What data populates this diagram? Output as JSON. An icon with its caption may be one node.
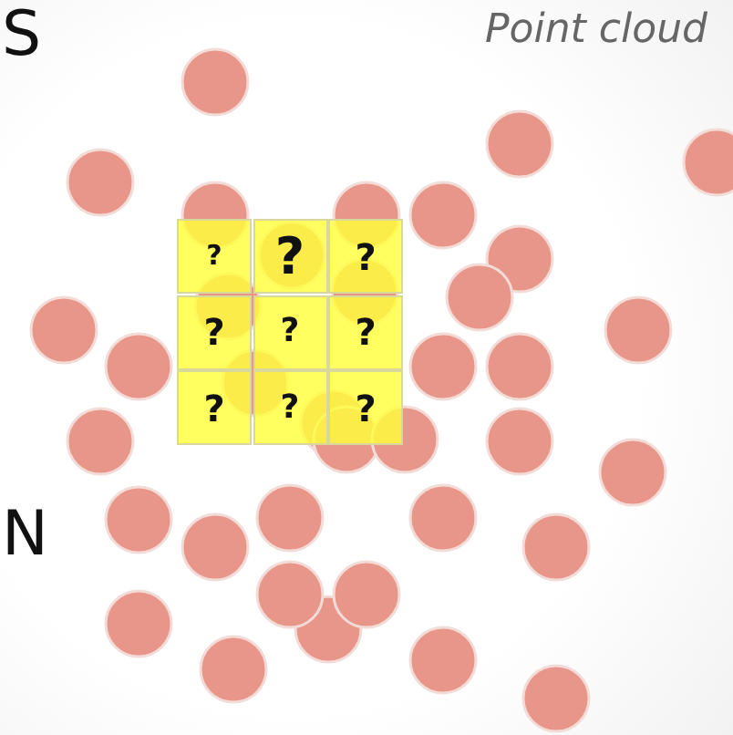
{
  "diagram": {
    "nodes": [
      {
        "text": [
          "?"
        ]
      },
      {
        "text": [
          "?"
        ]
      },
      {
        "text": [
          "?"
        ]
      },
      {
        "text": [
          "?"
        ]
      },
      {
        "text": [
          "?"
        ]
      },
      {
        "text": [
          "?"
        ]
      },
      {
        "text": [
          "?"
        ]
      },
      {
        "text": [
          "?"
        ]
      },
      {
        "text": [
          "?"
        ]
      }
    ],
    "labels": [
      "S",
      "Point cloud",
      "N"
    ]
  }
}
